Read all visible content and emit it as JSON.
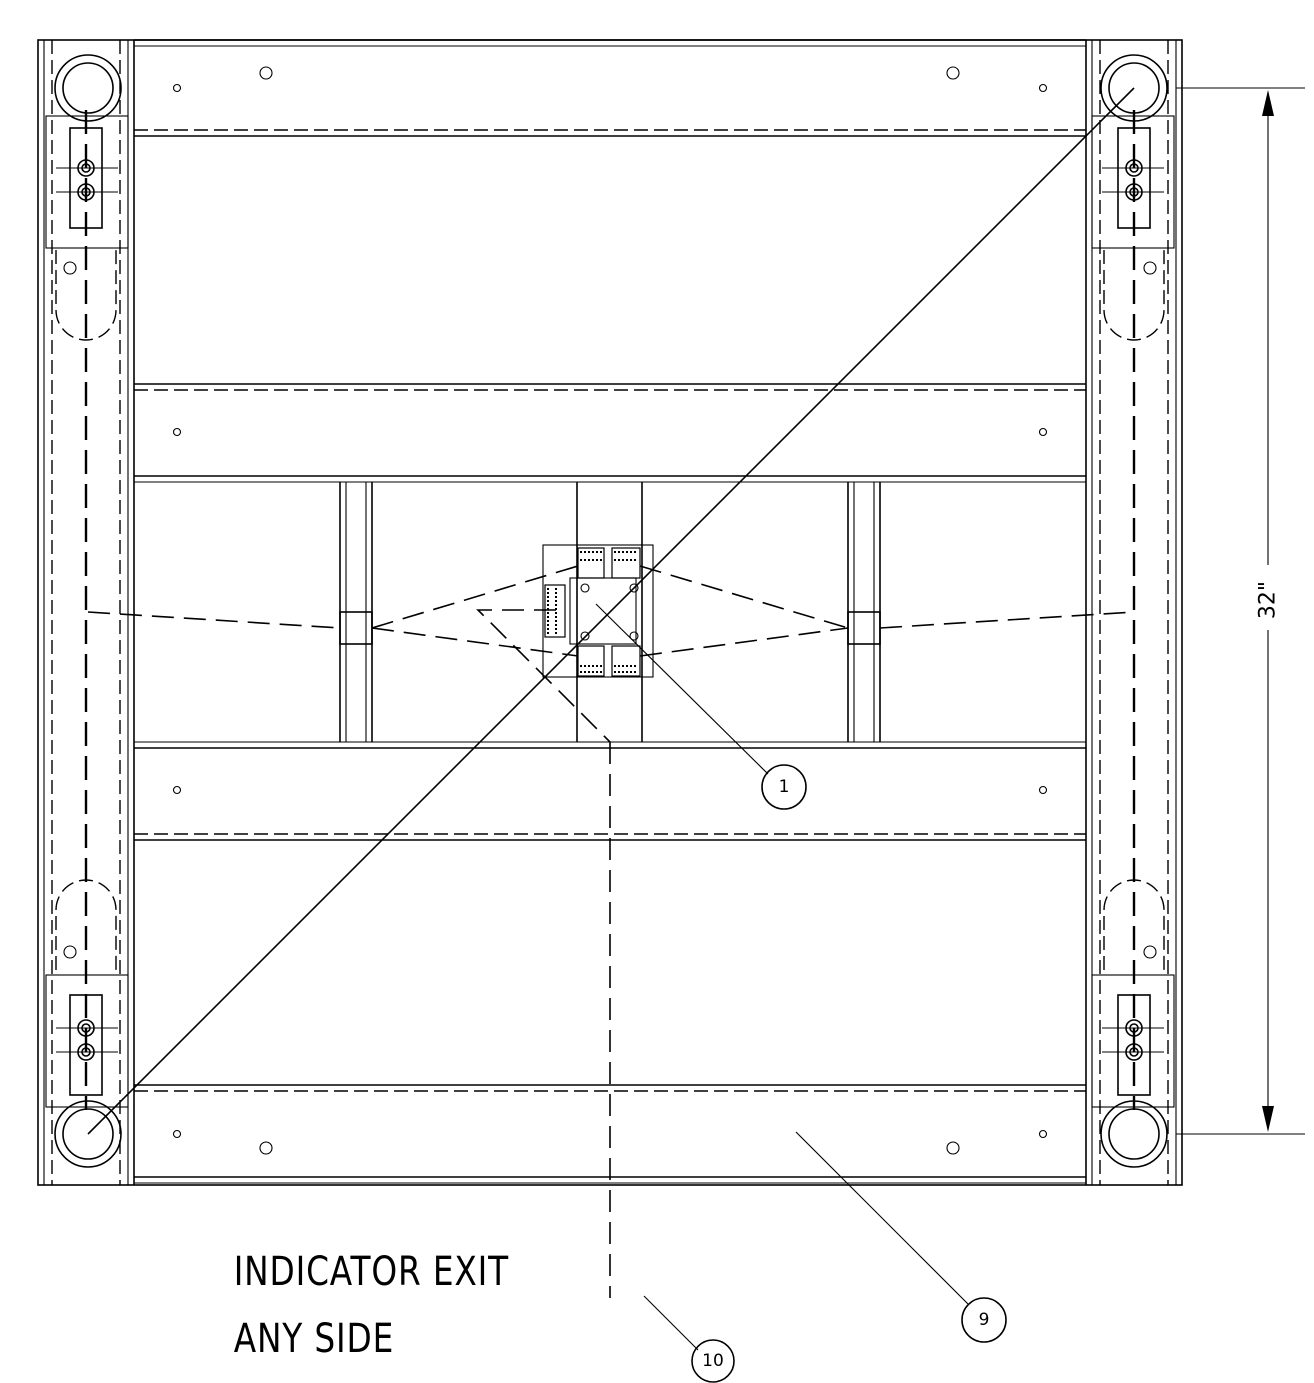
{
  "drawing": {
    "notes": {
      "indicator_exit_line1": "INDICATOR EXIT",
      "indicator_exit_line2": "ANY SIDE"
    },
    "dimension": {
      "value": "32\""
    },
    "balloons": {
      "item_1": "1",
      "item_9": "9",
      "item_10": "10"
    },
    "line_color": "#000000",
    "background_color": "#ffffff"
  }
}
